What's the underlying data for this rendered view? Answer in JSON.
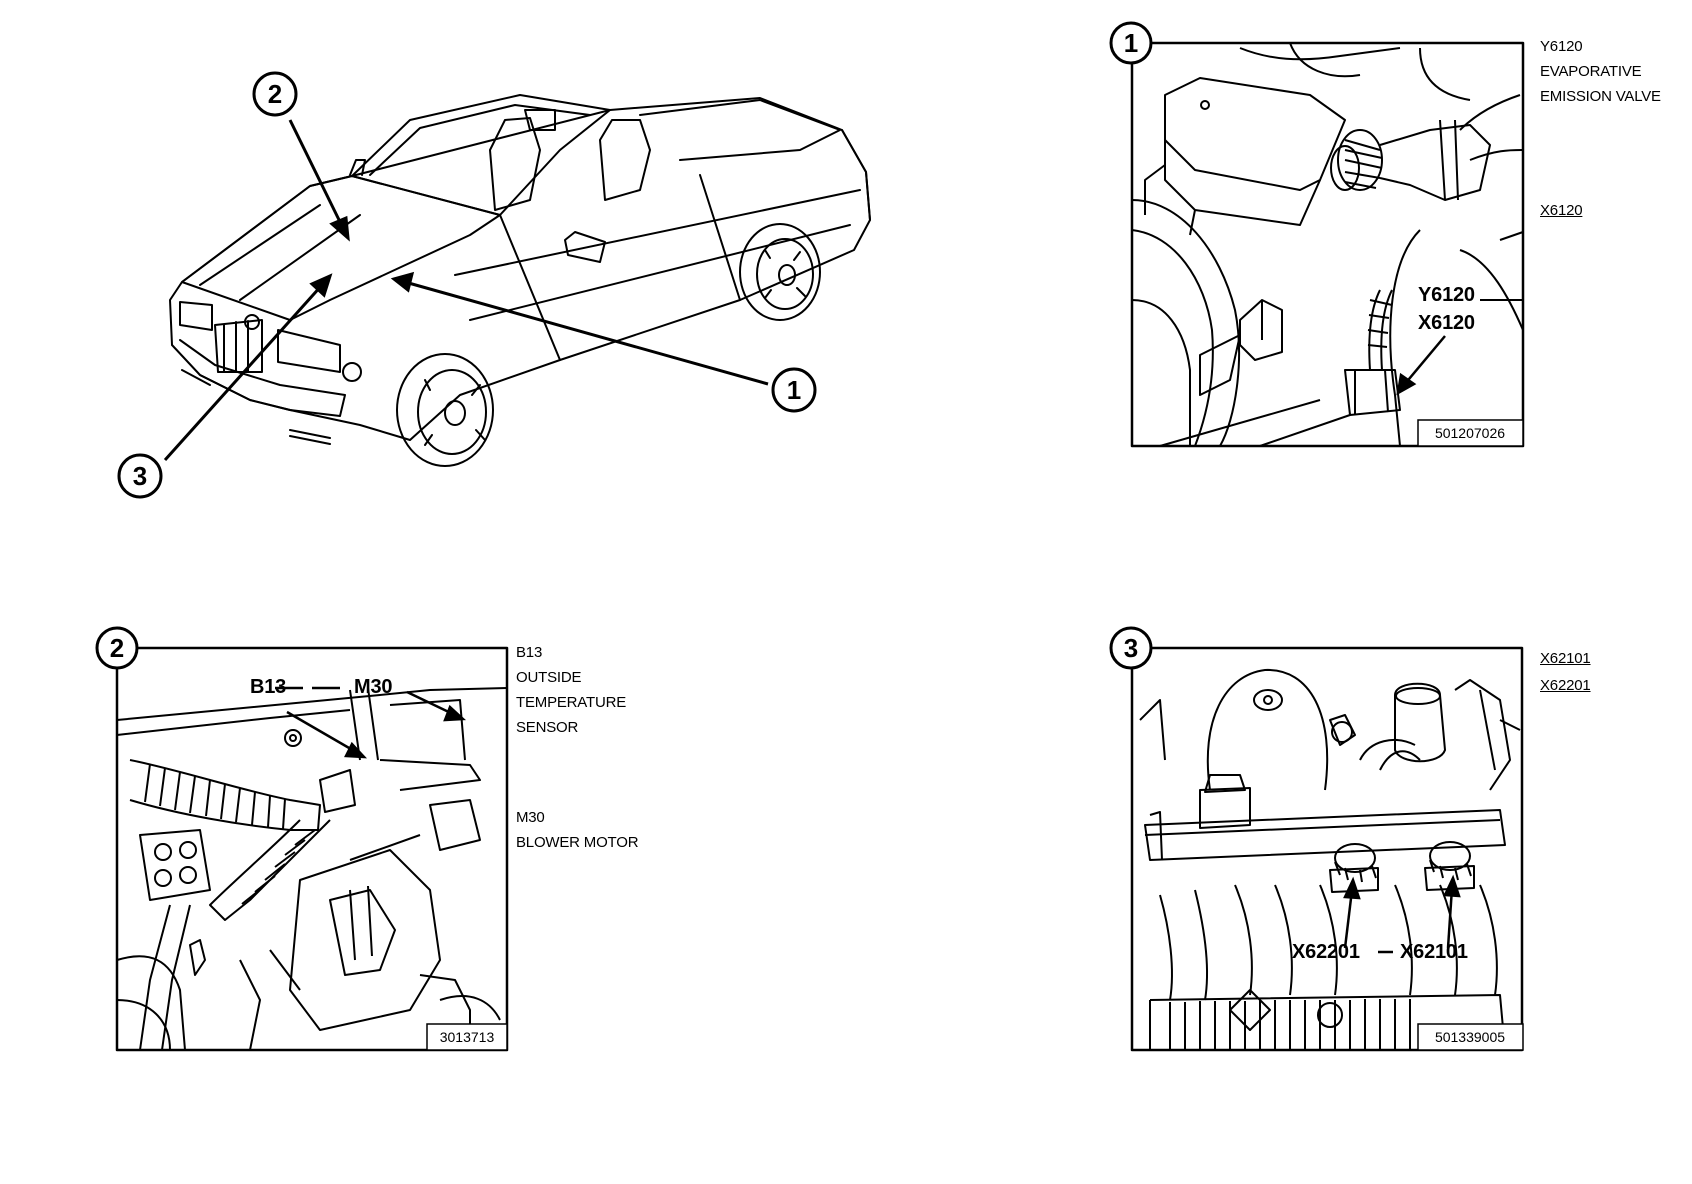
{
  "overview": {
    "callouts": [
      "1",
      "2",
      "3"
    ]
  },
  "panel1": {
    "number": "1",
    "figure_id": "501207026",
    "inset_labels": [
      "Y6120",
      "X6120"
    ],
    "side_labels": [
      {
        "text": "Y6120",
        "underline": false
      },
      {
        "text": "EVAPORATIVE",
        "underline": false
      },
      {
        "text": "EMISSION VALVE",
        "underline": false
      },
      {
        "text": "X6120",
        "underline": true
      }
    ]
  },
  "panel2": {
    "number": "2",
    "figure_id": "3013713",
    "inset_labels": [
      "B13",
      "M30"
    ],
    "side_labels": [
      {
        "text": "B13",
        "underline": false
      },
      {
        "text": "OUTSIDE",
        "underline": false
      },
      {
        "text": "TEMPERATURE",
        "underline": false
      },
      {
        "text": "SENSOR",
        "underline": false
      },
      {
        "text": "M30",
        "underline": false
      },
      {
        "text": "BLOWER MOTOR",
        "underline": false
      }
    ]
  },
  "panel3": {
    "number": "3",
    "figure_id": "501339005",
    "inset_labels": [
      "X62201",
      "X62101"
    ],
    "side_labels": [
      {
        "text": "X62101",
        "underline": true
      },
      {
        "text": "X62201",
        "underline": true
      }
    ]
  }
}
